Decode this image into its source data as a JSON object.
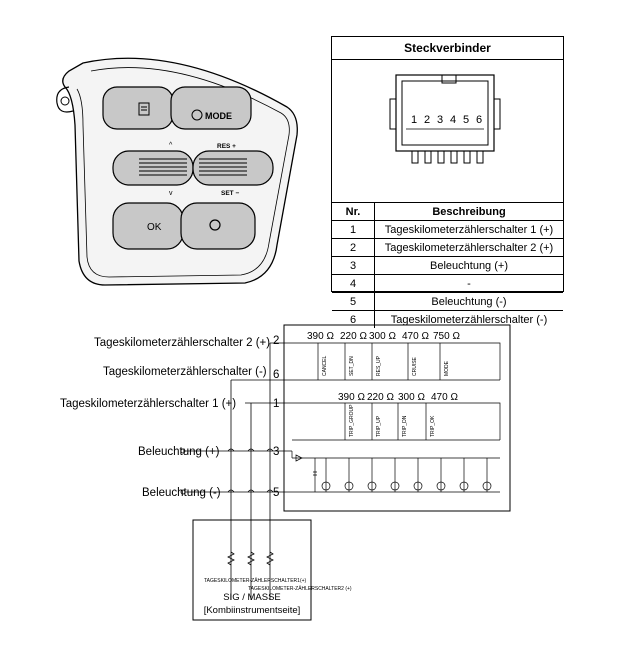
{
  "connector": {
    "title": "Steckverbinder",
    "pin_numbers": [
      "1",
      "2",
      "3",
      "4",
      "5",
      "6"
    ],
    "columns": [
      "Nr.",
      "Beschreibung"
    ],
    "rows": [
      {
        "nr": "1",
        "desc": "Tageskilometerzählerschalter 1 (+)"
      },
      {
        "nr": "2",
        "desc": "Tageskilometerzählerschalter 2 (+)"
      },
      {
        "nr": "3",
        "desc": "Beleuchtung (+)"
      },
      {
        "nr": "4",
        "desc": "-"
      },
      {
        "nr": "5",
        "desc": "Beleuchtung (-)"
      },
      {
        "nr": "6",
        "desc": "Tageskilometerzählerschalter (-)"
      }
    ]
  },
  "wheel": {
    "mode_label": "MODE",
    "res_label": "RES +",
    "set_label": "SET −",
    "ok_label": "OK",
    "up_arrow": "^",
    "down_arrow": "v"
  },
  "circuit": {
    "labels": {
      "tsw2": "Tageskilometerzählerschalter 2 (+)",
      "tswneg": "Tageskilometerzählerschalter (-)",
      "tsw1": "Tageskilometerzählerschalter 1 (+)",
      "illum_pos": "Beleuchtung (+)",
      "illum_neg": "Beleuchtung (-)"
    },
    "pins": {
      "p2": "2",
      "p6": "6",
      "p1": "1",
      "p3": "3",
      "p5": "5"
    },
    "resistors_row1": [
      "390 Ω",
      "220 Ω",
      "300 Ω",
      "470 Ω",
      "750 Ω"
    ],
    "resistors_row2": [
      "390 Ω",
      "220 Ω",
      "300 Ω",
      "470 Ω"
    ],
    "switches_row1": [
      "CANCEL",
      "SET_DN",
      "RES_UP",
      "CRUISE",
      "MODE"
    ],
    "switches_row2": [
      "TRIP_GROUP",
      "TRIP_UP",
      "TRIP_DN",
      "TRIP_OK"
    ],
    "cluster_label1": "TAGESKILOMETER-ZÄHLERSCHALTER1(+)",
    "cluster_label2": "TAGESKILOMETER-ZÄHLERSCHALTER2 (+)",
    "sig_masse": "SIG / MASSE",
    "cluster_side": "[Kombiinstrumentseite]"
  }
}
